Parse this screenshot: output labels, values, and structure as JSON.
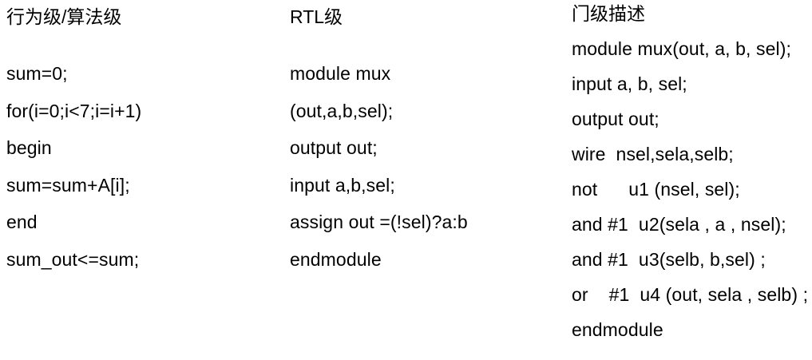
{
  "document": {
    "background_color": "#ffffff",
    "text_color": "#000000"
  },
  "columns": {
    "behavioral": {
      "heading": "行为级/算法级",
      "lines": [
        "sum=0;",
        "for(i=0;i<7;i=i+1)",
        "begin",
        "sum=sum+A[i];",
        "end",
        "sum_out<=sum;"
      ]
    },
    "rtl": {
      "heading": "RTL级",
      "lines": [
        "module mux",
        "(out,a,b,sel);",
        "output out;",
        "input a,b,sel;",
        "assign out =(!sel)?a:b",
        "endmodule"
      ]
    },
    "gate": {
      "heading": "门级描述",
      "lines": [
        "module mux(out, a, b, sel);",
        "input a, b, sel;",
        "output out;",
        "wire  nsel,sela,selb;",
        "not      u1 (nsel, sel);",
        "and #1  u2(sela , a , nsel);",
        "and #1  u3(selb, b,sel) ;",
        "or    #1  u4 (out, sela , selb) ;",
        "endmodule"
      ]
    }
  }
}
